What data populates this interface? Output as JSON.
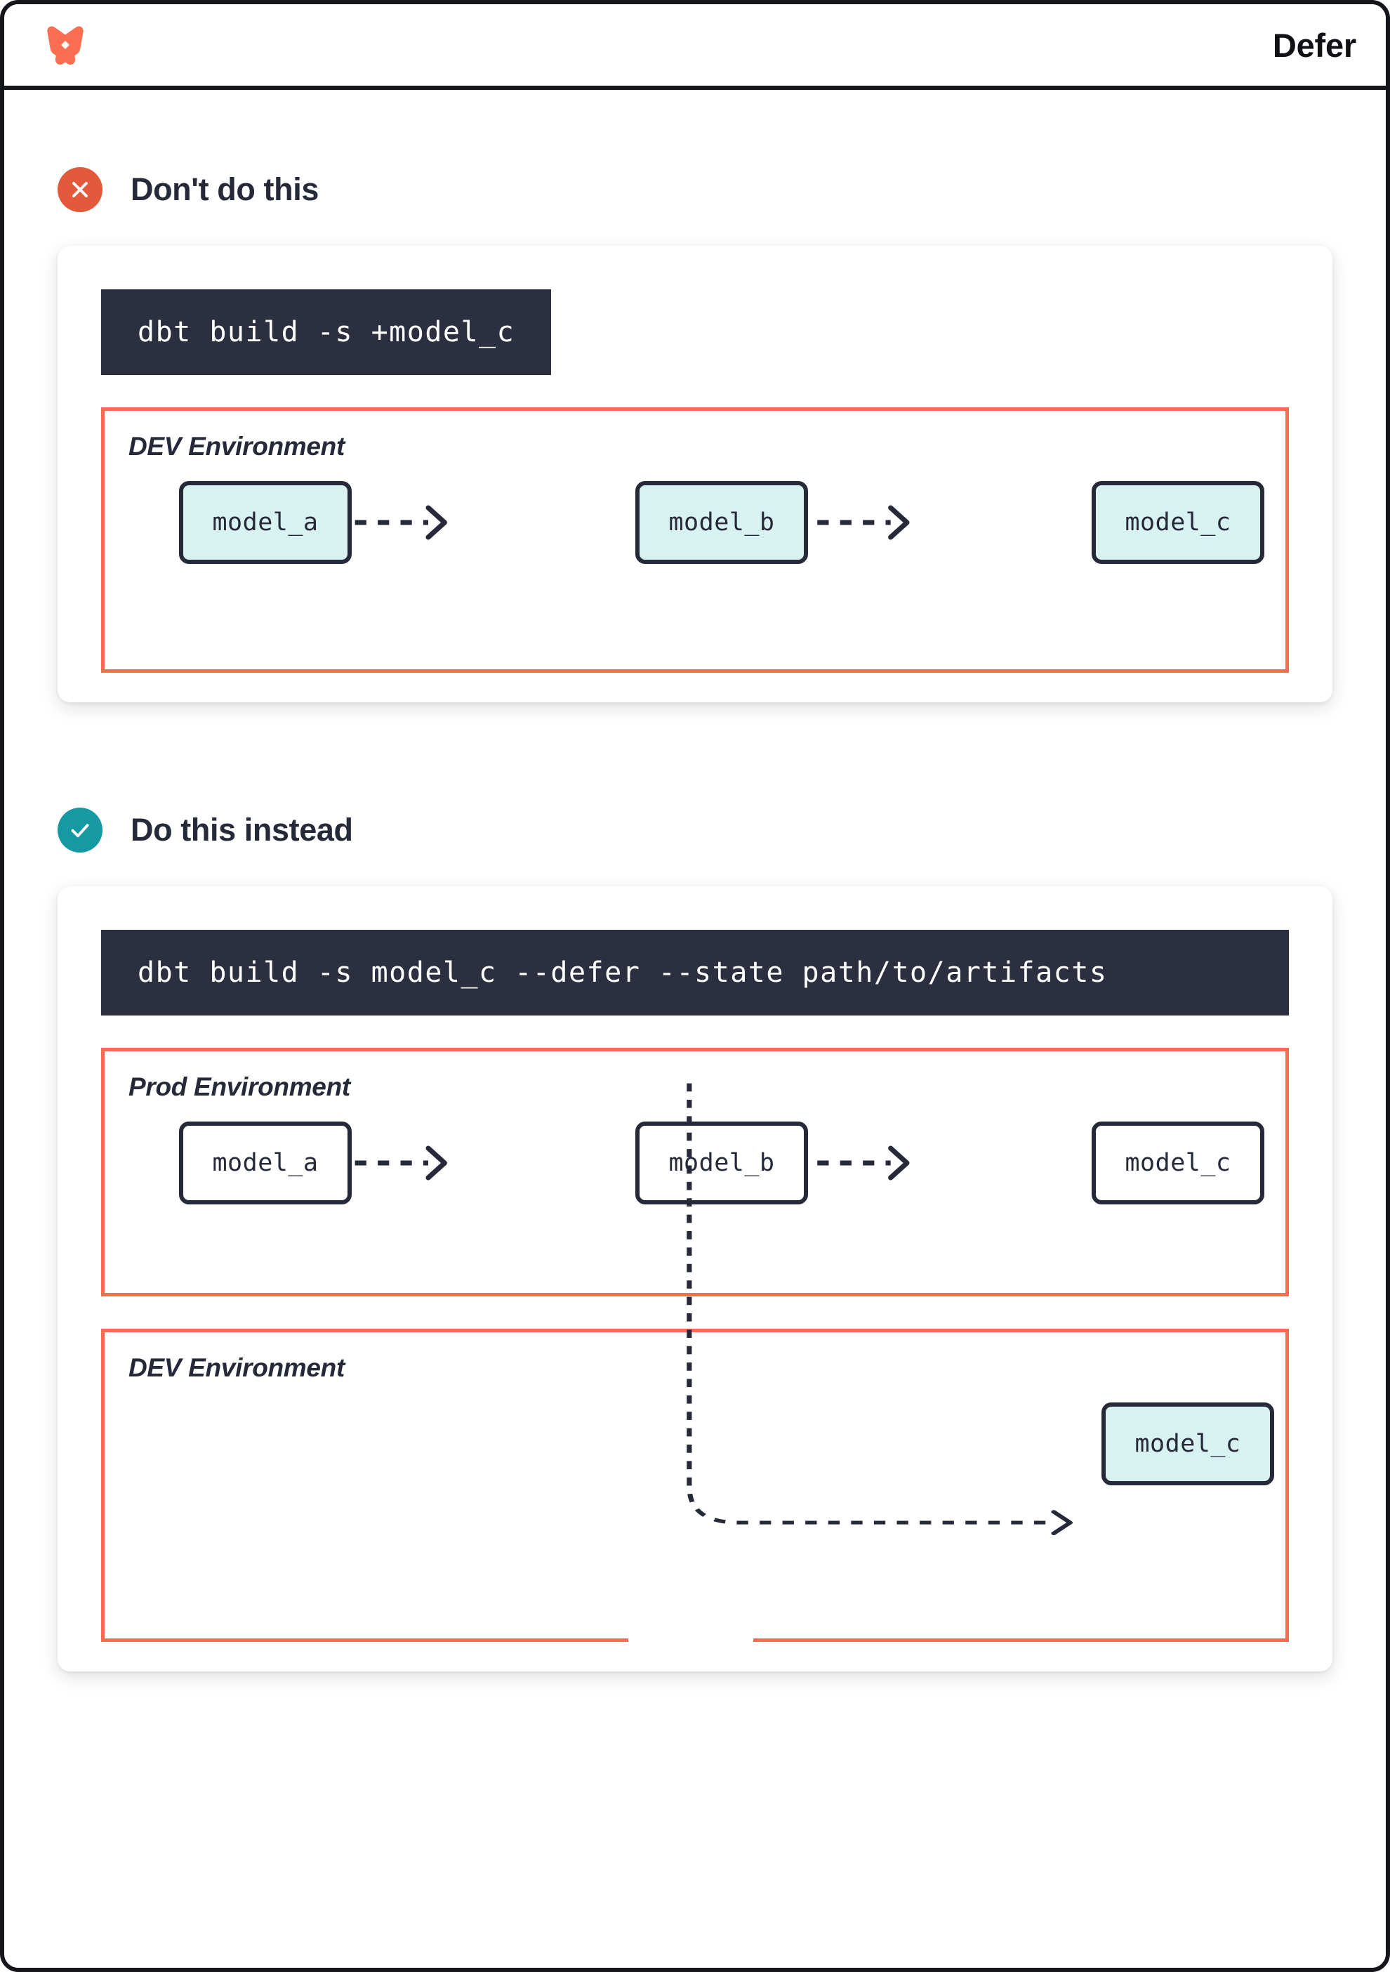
{
  "header": {
    "logo_icon": "dbt-logo-icon",
    "title": "Defer",
    "logo_color": "#fc6e51"
  },
  "theme": {
    "accent_orange": "#fa6c52",
    "bad_badge": "#e2593c",
    "good_badge": "#1699a2",
    "dark_navy": "#262a38",
    "code_bg": "#2b2f3f",
    "node_cyan": "#d7f2f1"
  },
  "sections": [
    {
      "id": "dont",
      "badge_icon": "x-circle-icon",
      "title": "Don't do this",
      "command": "dbt build -s +model_c",
      "environments": [
        {
          "label": "DEV Environment",
          "nodes": [
            {
              "label": "model_a",
              "style": "cyan"
            },
            {
              "label": "model_b",
              "style": "cyan"
            },
            {
              "label": "model_c",
              "style": "cyan"
            }
          ]
        }
      ]
    },
    {
      "id": "do",
      "badge_icon": "check-circle-icon",
      "title": "Do this instead",
      "command": "dbt build -s model_c --defer --state path/to/artifacts",
      "environments": [
        {
          "label": "Prod Environment",
          "nodes": [
            {
              "label": "model_a",
              "style": "white"
            },
            {
              "label": "model_b",
              "style": "white"
            },
            {
              "label": "model_c",
              "style": "white"
            }
          ]
        },
        {
          "label": "DEV Environment",
          "nodes": [
            {
              "label": "model_c",
              "style": "cyan"
            }
          ]
        }
      ]
    }
  ]
}
